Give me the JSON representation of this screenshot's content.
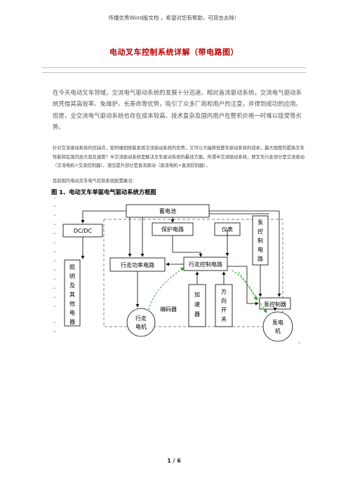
{
  "header_note": "传播优秀Word版文档 ，希望对您有帮助，可双击去除！",
  "title": "电动叉车控制系统详解（带电路图）",
  "intro_paragraph": "在今天电动叉车领域，交流电气驱动系统的发展十分迅速。相对直流驱动系统，交流电气驱动系统凭借其高效率、免维护、长寿命等优势，吸引了众多厂商和用户的注意，并得到成功的应用。但是，全交流电气驱动系统也存在成本较高、技术复杂及国内用户在整机价格一时难以接受等劣势。",
  "paragraph_2": "针对交流驱动系统的优缺点，如何做到既能发挥交流驱动系统的优势，又可以大幅降低整车驱动系统的成本，最大限度的提高叉车性能和在国内加大普及速度？半交流驱动系统是解决叉车驱动系统的最佳方案。所谓半交流驱动系统，即叉车行走部分是交流驱动（交流电机+交流控制器），液压提升部分是直流驱动（直流电机+直流控制器）。",
  "paragraph_3": "目前国内电动叉车电气控制系统配置概况：",
  "figure_caption": "图 1、电动叉车单驱电气驱动系统方框图",
  "diagram": {
    "battery": "蓄电池",
    "dcdc": "DC/DC",
    "protection": "保护电路",
    "meter": "仪表",
    "pump_control_circuit": [
      "泵",
      "控",
      "制",
      "电",
      "路"
    ],
    "lighting": [
      "照",
      "明",
      "及",
      "其",
      "他",
      "电",
      "器"
    ],
    "drive_power_circuit": "行走功率电路",
    "drive_control_circuit": "行走控制电路",
    "pump_controller": "泵控制器",
    "accelerator": [
      "加",
      "速",
      "器"
    ],
    "direction_switch": [
      "方",
      "向",
      "开",
      "关"
    ],
    "encoder": "编码器",
    "drive_motor": [
      "行走",
      "电机"
    ],
    "pump_motor": [
      "泵电",
      "机"
    ],
    "para_mark": "↵"
  },
  "page_number": "1 / 6"
}
